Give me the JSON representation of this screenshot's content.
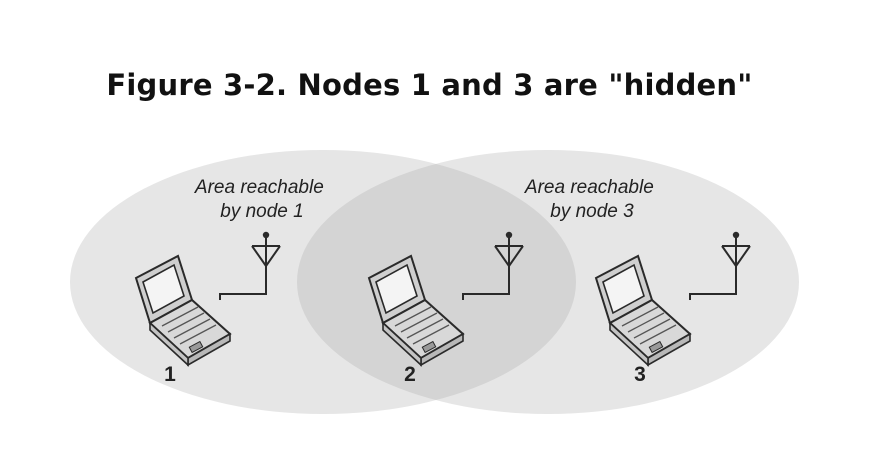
{
  "figure": {
    "title": "Figure 3-2. Nodes 1 and 3 are \"hidden\""
  },
  "areas": [
    {
      "line1": "Area reachable",
      "line2": "by node 1"
    },
    {
      "line1": "Area reachable",
      "line2": "by node 3"
    }
  ],
  "nodes": [
    {
      "label": "1"
    },
    {
      "label": "2"
    },
    {
      "label": "3"
    }
  ],
  "colors": {
    "area_fill": "#e6e6e6",
    "overlap_fill": "#d6d6d6",
    "laptop_fill": "#cfcfcf",
    "stroke": "#2a2a2a"
  }
}
